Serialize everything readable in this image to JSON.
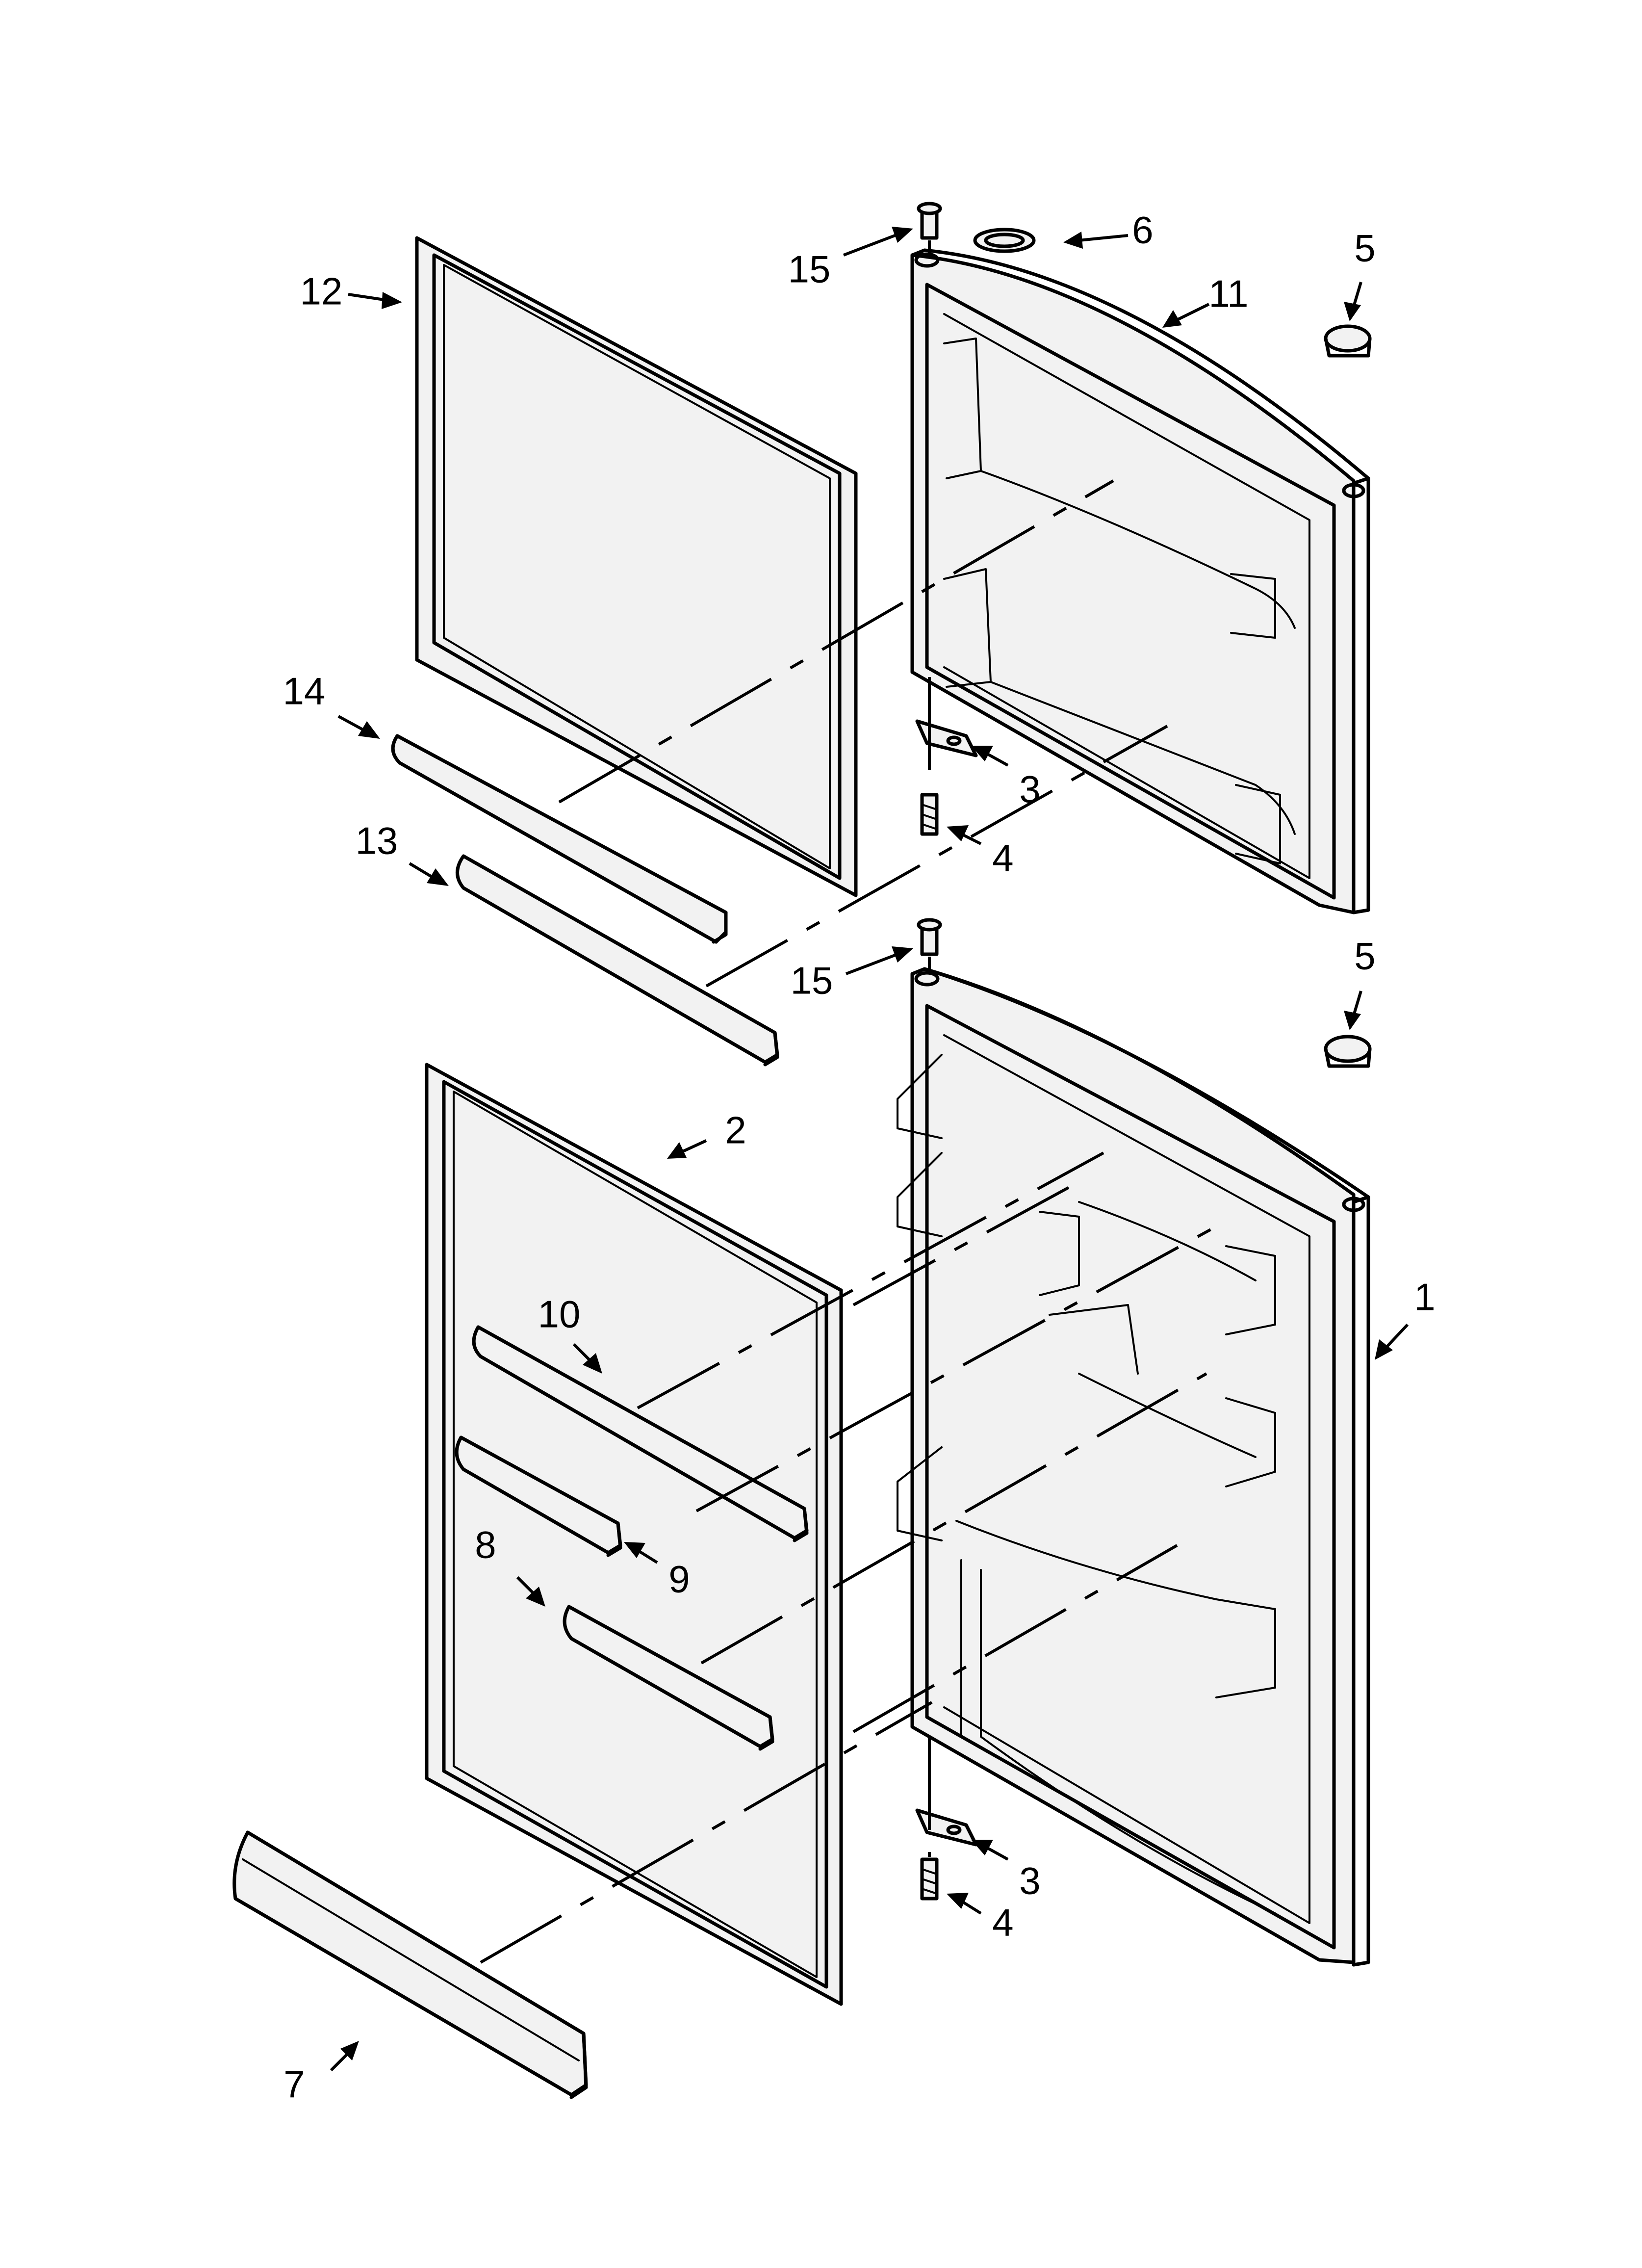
{
  "callouts": {
    "c1": "1",
    "c2": "2",
    "c3_upper": "3",
    "c3_lower": "3",
    "c4_upper": "4",
    "c4_lower": "4",
    "c5_upper": "5",
    "c5_lower": "5",
    "c6": "6",
    "c7": "7",
    "c8": "8",
    "c9": "9",
    "c10": "10",
    "c11": "11",
    "c12": "12",
    "c13": "13",
    "c14": "14",
    "c15_upper": "15",
    "c15_lower": "15"
  }
}
